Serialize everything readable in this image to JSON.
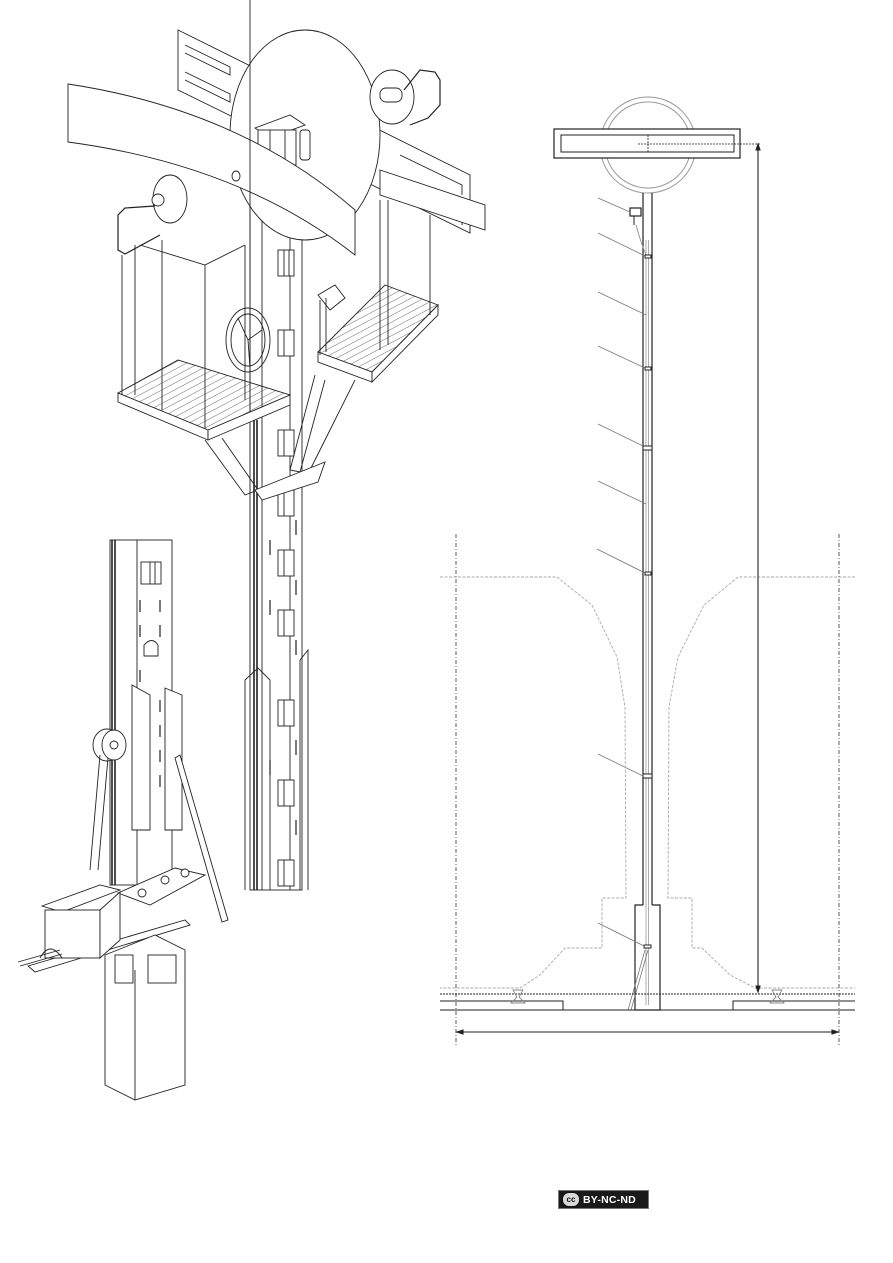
{
  "page": {
    "background": "#ffffff",
    "line_color": "#222222",
    "dashed_color": "#999999"
  },
  "left_drawing": {
    "description": "Isometric line drawing of a catenary/gantry mast with platform, pulley wheels, handwheel and base box",
    "upper_part": [
      "curved beam",
      "large disc",
      "two small parabolic discs",
      "two grated platforms",
      "handwheel",
      "slotted mast"
    ],
    "lower_part": [
      "slotted mast section",
      "pulley wheel",
      "cable box",
      "base plate",
      "square foundation column"
    ]
  },
  "right_drawing": {
    "description": "Elevation section: mast with top head, leader-line callouts, tunnel profile, rails and dimension lines",
    "callout_count": 9,
    "labels": []
  },
  "license_badge": {
    "icon": "cc-icon",
    "icon_text": "cc",
    "text": "BY-NC-ND"
  }
}
